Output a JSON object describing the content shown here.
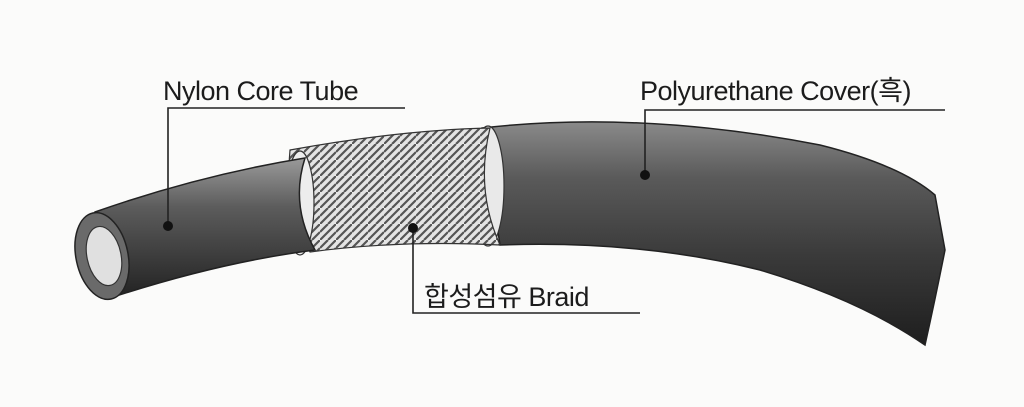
{
  "labels": {
    "core": "Nylon Core Tube",
    "cover": "Polyurethane Cover(흑)",
    "braid": "합성섬유 Braid"
  },
  "colors": {
    "tube": "#4a4a4a",
    "braid": "#d8d8d8",
    "line": "#222222"
  }
}
